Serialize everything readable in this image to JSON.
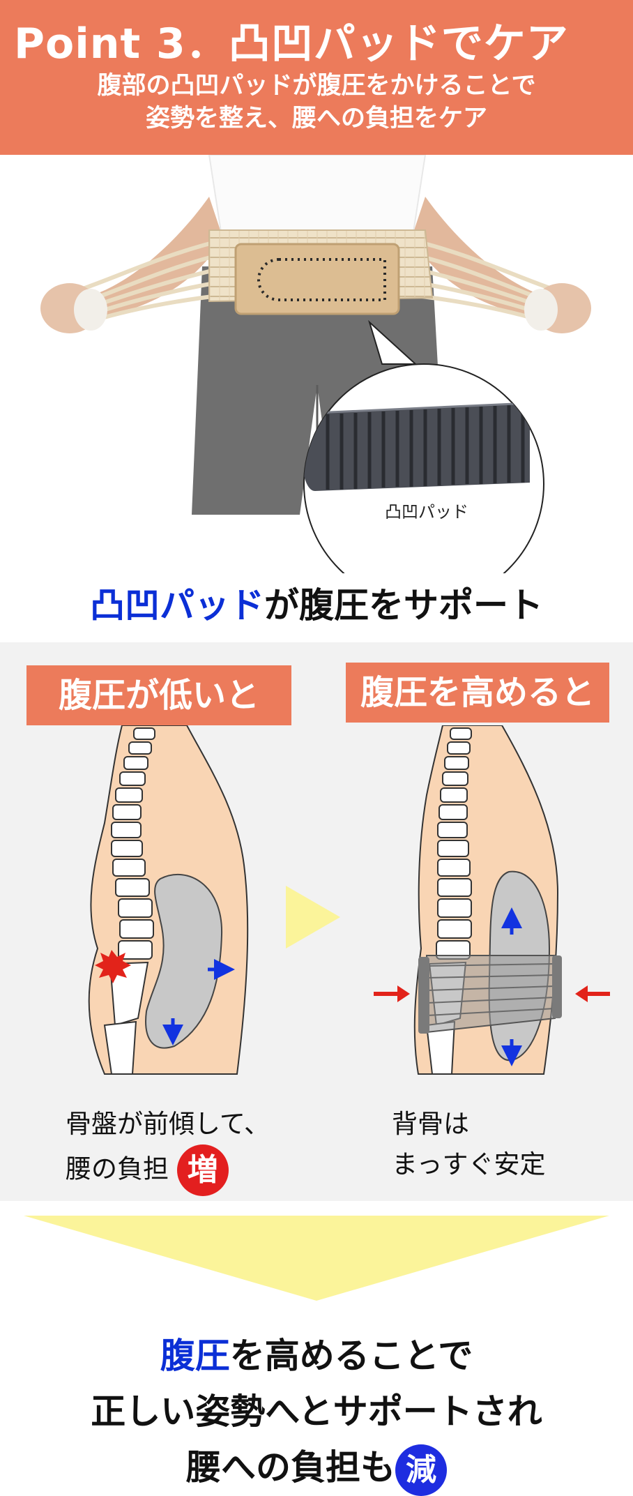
{
  "header": {
    "title": "Point 3．凸凹パッドでケア",
    "subtitle_line1": "腹部の凸凹パッドが腹圧をかけることで",
    "subtitle_line2": "姿勢を整え、腰への負担をケア"
  },
  "photo": {
    "pad_label": "凸凹パッド"
  },
  "section": {
    "subtitle_highlight": "凸凹パッド",
    "subtitle_rest": "が腹圧をサポート"
  },
  "comparison": {
    "left": {
      "label": "腹圧が低いと",
      "caption_line1": "骨盤が前傾して、",
      "caption_line2": "腰の負担",
      "badge": "増"
    },
    "right": {
      "label": "腹圧を高めると",
      "caption_line1": "背骨は",
      "caption_line2": "まっすぐ安定"
    }
  },
  "conclusion": {
    "highlight": "腹圧",
    "line1_rest": "を高めることで",
    "line2": "正しい姿勢へとサポートされ",
    "line3": "腰への負担も",
    "badge": "減"
  },
  "colors": {
    "accent": "#ec7b5b",
    "highlight_blue": "#0b2fd6",
    "arrow_yellow": "#fbf49a",
    "badge_red": "#e31f1f",
    "badge_blue": "#1e2de0"
  }
}
